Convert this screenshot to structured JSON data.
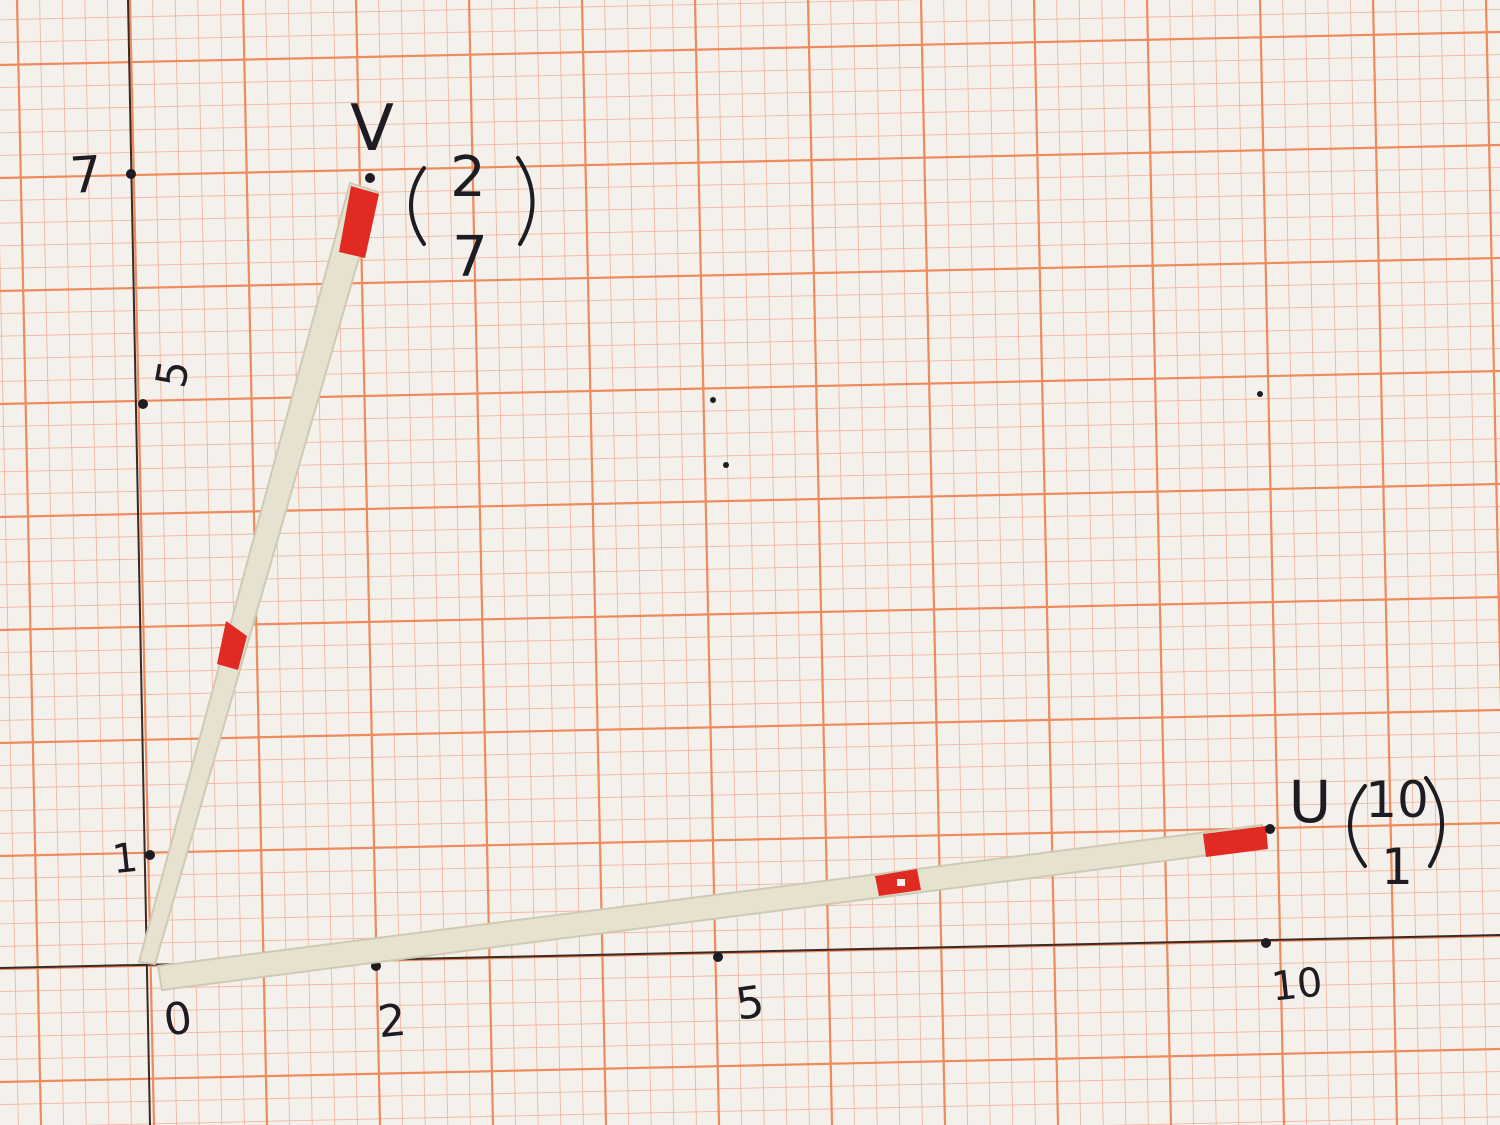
{
  "colors": {
    "paper": "#f4f1ec",
    "grid_minor": "#f2b79e",
    "grid_major": "#ee8a5c",
    "axis": "#3a2a26",
    "ink": "#1c1c22",
    "stick": "#e6e2cf",
    "stick_shade": "#cfcab4",
    "red_mark": "#e02a22"
  },
  "axes": {
    "x_tick_labels": [
      "0",
      "2",
      "5",
      "10"
    ],
    "y_tick_labels": [
      "1",
      "5",
      "7"
    ]
  },
  "vectors": [
    {
      "name": "V",
      "label": "V",
      "x": 2,
      "y": 7,
      "top": "2",
      "bottom": "7"
    },
    {
      "name": "U",
      "label": "U",
      "x": 10,
      "y": 1,
      "top": "10",
      "bottom": "1"
    }
  ]
}
